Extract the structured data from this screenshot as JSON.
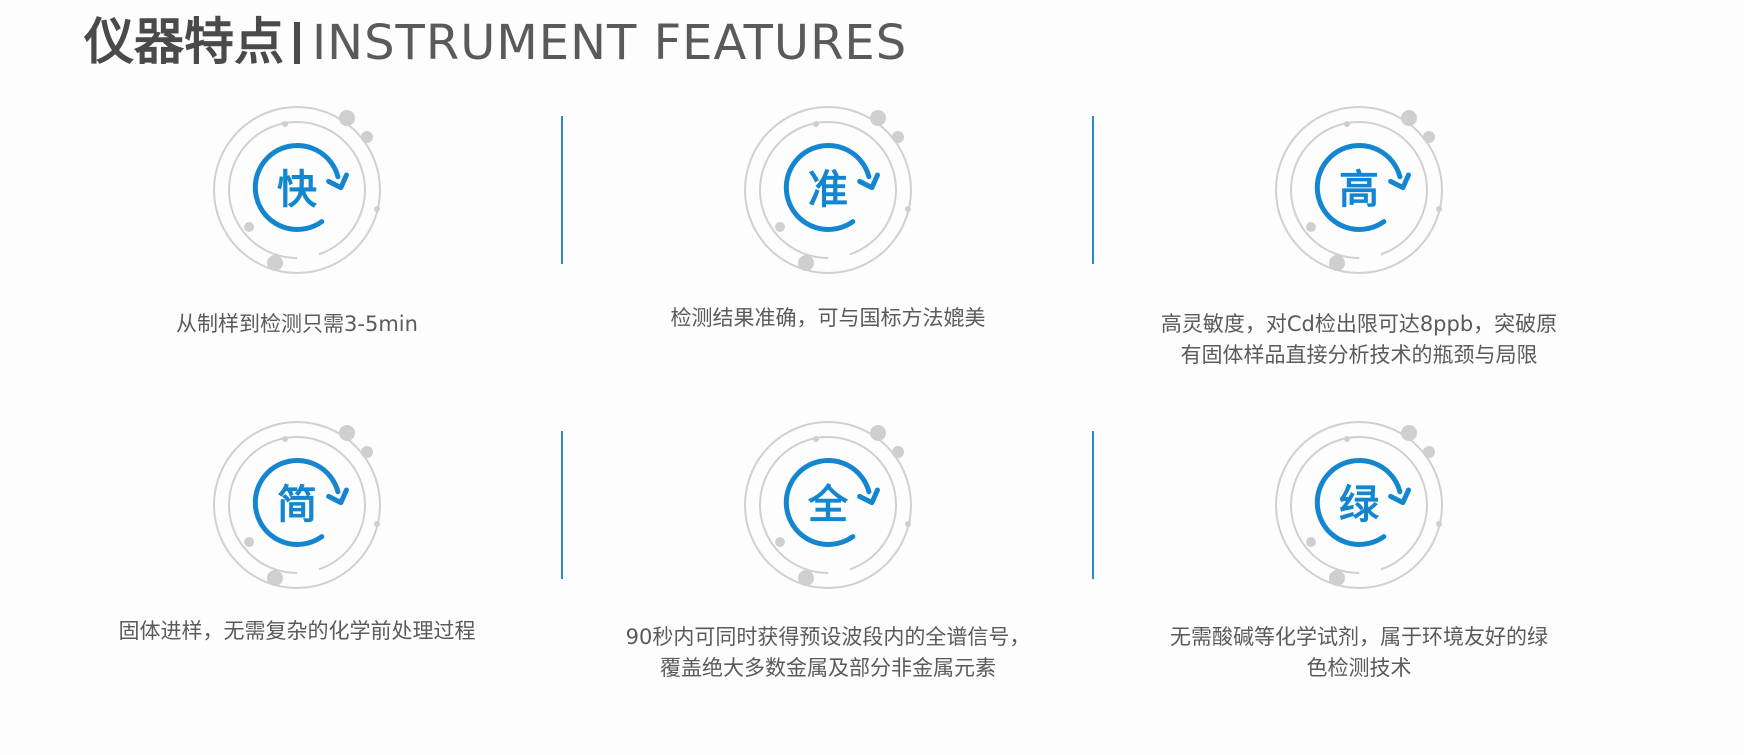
{
  "header": {
    "title_cn": "仪器特点",
    "title_en": "INSTRUMENT FEATURES"
  },
  "features": [
    {
      "char": "快",
      "line1": "从制样到检测只需3-5min",
      "line2": ""
    },
    {
      "char": "准",
      "line1": "检测结果准确，可与国标方法媲美",
      "line2": ""
    },
    {
      "char": "高",
      "line1": "高灵敏度，对Cd检出限可达8ppb，突破原",
      "line2": "有固体样品直接分析技术的瓶颈与局限"
    },
    {
      "char": "简",
      "line1": "固体进样，无需复杂的化学前处理过程",
      "line2": ""
    },
    {
      "char": "全",
      "line1": "90秒内可同时获得预设波段内的全谱信号，",
      "line2": "覆盖绝大多数金属及部分非金属元素"
    },
    {
      "char": "绿",
      "line1": "无需酸碱等化学试剂，属于环境友好的绿",
      "line2": "色检测技术"
    }
  ],
  "colors": {
    "accent": "#1486d0",
    "divider": "#2a8ad0",
    "orbit": "#d0d0d0",
    "text": "#5a5a5a"
  }
}
